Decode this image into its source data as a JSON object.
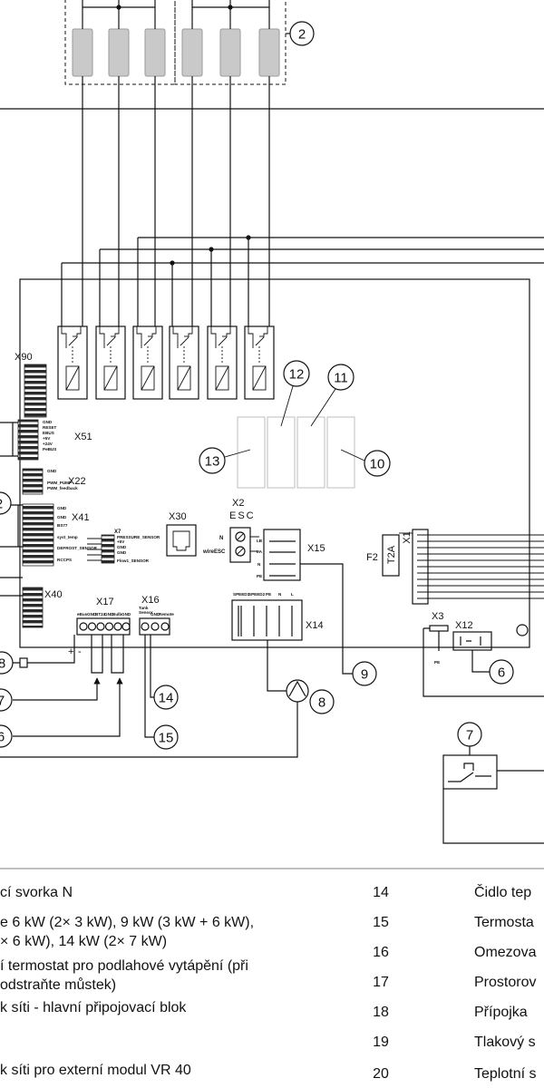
{
  "callouts": {
    "heater_group": "2",
    "left_2": "2",
    "element_12": "12",
    "element_11": "11",
    "element_13": "13",
    "element_10": "10",
    "left_8": "8",
    "left_7": "7",
    "left_6": "6",
    "num_14": "14",
    "num_15": "15",
    "pump_8": "8",
    "num_9": "9",
    "x12_6": "6",
    "thermostat_7": "7"
  },
  "connectors": {
    "x90": "X90",
    "x51": "X51",
    "x22": "X22",
    "x41": "X41",
    "x40": "X40",
    "x7": "X7",
    "x30": "X30",
    "x2": "X2",
    "esc": "ESC",
    "x15": "X15",
    "f2": "F2",
    "fuse_rating": "T2A",
    "x1": "X1",
    "x17": "X17",
    "x16": "X16",
    "x14": "X14",
    "x3": "X3",
    "x12": "X12"
  },
  "pins": {
    "x51": [
      "GND",
      "RESET",
      "EBUS",
      "+5V",
      "+24V",
      "PeBUS"
    ],
    "x22": [
      "GND",
      "PWM_PUMP",
      "PWM_feedback"
    ],
    "x41": [
      "GND",
      "GND",
      "BS77",
      "syst_temp",
      "DEFROST_SENSOR",
      "RCCPS"
    ],
    "x7": [
      "PRESSURE_SENSOR",
      "+5V",
      "GND",
      "GND",
      "Flow1_SENSOR"
    ],
    "x2": [
      "N",
      "wireESC"
    ],
    "x15": [
      "LB",
      "LA",
      "N",
      "PE"
    ],
    "x17": [
      "eBus",
      "GND",
      "BT24",
      "GND",
      "Bulb",
      "GND"
    ],
    "x17_polarity": [
      "+",
      "-"
    ],
    "x16": [
      "Tank",
      "Sensor",
      "GND",
      "Remote"
    ],
    "x14": [
      "SPEED1",
      "SPEED2",
      "PE",
      "N",
      "L"
    ],
    "x3": [
      "PE"
    ]
  },
  "legend": {
    "left": [
      "cí svorka N",
      "e 6 kW (2× 3 kW), 9 kW (3 kW + 6 kW),",
      "× 6 kW), 14 kW (2× 7 kW)",
      "í termostat pro podlahové vytápění (při",
      "odstraňte můstek)",
      "k síti - hlavní připojovací blok",
      "k síti pro externí modul VR 40"
    ],
    "numbers": [
      "14",
      "15",
      "16",
      "17",
      "18",
      "19",
      "20"
    ],
    "right": [
      "Čidlo tep",
      "Termosta",
      "Omezova",
      "Prostorov",
      "Přípojka",
      "Tlakový s",
      "Teplotní s"
    ]
  }
}
